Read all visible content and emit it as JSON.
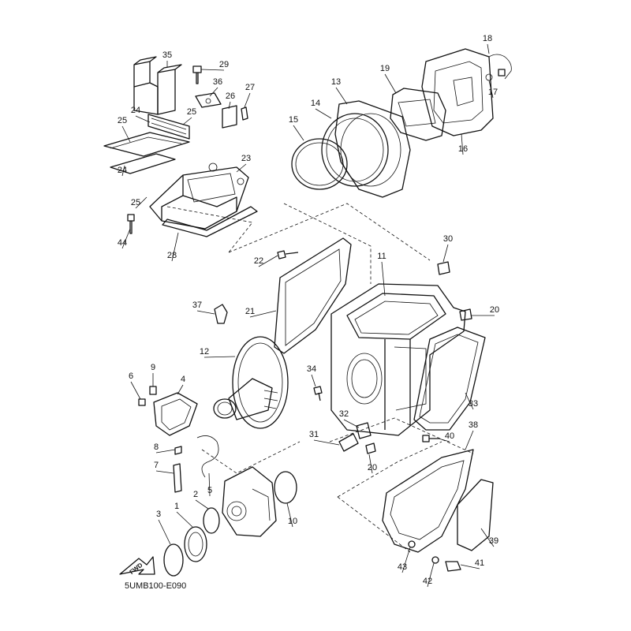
{
  "diagram": {
    "code": "5UMB100-E090",
    "fwd_label": "FWD",
    "callouts": [
      {
        "id": "35",
        "label": "35"
      },
      {
        "id": "29",
        "label": "29"
      },
      {
        "id": "36",
        "label": "36"
      },
      {
        "id": "27",
        "label": "27"
      },
      {
        "id": "26",
        "label": "26"
      },
      {
        "id": "24a",
        "label": "24"
      },
      {
        "id": "25a",
        "label": "25"
      },
      {
        "id": "25b",
        "label": "25"
      },
      {
        "id": "23",
        "label": "23"
      },
      {
        "id": "24b",
        "label": "24"
      },
      {
        "id": "25c",
        "label": "25"
      },
      {
        "id": "44",
        "label": "44"
      },
      {
        "id": "28",
        "label": "28"
      },
      {
        "id": "13",
        "label": "13"
      },
      {
        "id": "14",
        "label": "14"
      },
      {
        "id": "15",
        "label": "15"
      },
      {
        "id": "19",
        "label": "19"
      },
      {
        "id": "18",
        "label": "18"
      },
      {
        "id": "17",
        "label": "17"
      },
      {
        "id": "16",
        "label": "16"
      },
      {
        "id": "30",
        "label": "30"
      },
      {
        "id": "22",
        "label": "22"
      },
      {
        "id": "11",
        "label": "11"
      },
      {
        "id": "37",
        "label": "37"
      },
      {
        "id": "21",
        "label": "21"
      },
      {
        "id": "20a",
        "label": "20"
      },
      {
        "id": "12",
        "label": "12"
      },
      {
        "id": "9",
        "label": "9"
      },
      {
        "id": "6",
        "label": "6"
      },
      {
        "id": "4",
        "label": "4"
      },
      {
        "id": "34",
        "label": "34"
      },
      {
        "id": "33",
        "label": "33"
      },
      {
        "id": "32",
        "label": "32"
      },
      {
        "id": "38",
        "label": "38"
      },
      {
        "id": "31",
        "label": "31"
      },
      {
        "id": "40",
        "label": "40"
      },
      {
        "id": "8",
        "label": "8"
      },
      {
        "id": "20b",
        "label": "20"
      },
      {
        "id": "7",
        "label": "7"
      },
      {
        "id": "5",
        "label": "5"
      },
      {
        "id": "1",
        "label": "1"
      },
      {
        "id": "2",
        "label": "2"
      },
      {
        "id": "3",
        "label": "3"
      },
      {
        "id": "10",
        "label": "10"
      },
      {
        "id": "39",
        "label": "39"
      },
      {
        "id": "43",
        "label": "43"
      },
      {
        "id": "41",
        "label": "41"
      },
      {
        "id": "42",
        "label": "42"
      }
    ]
  }
}
